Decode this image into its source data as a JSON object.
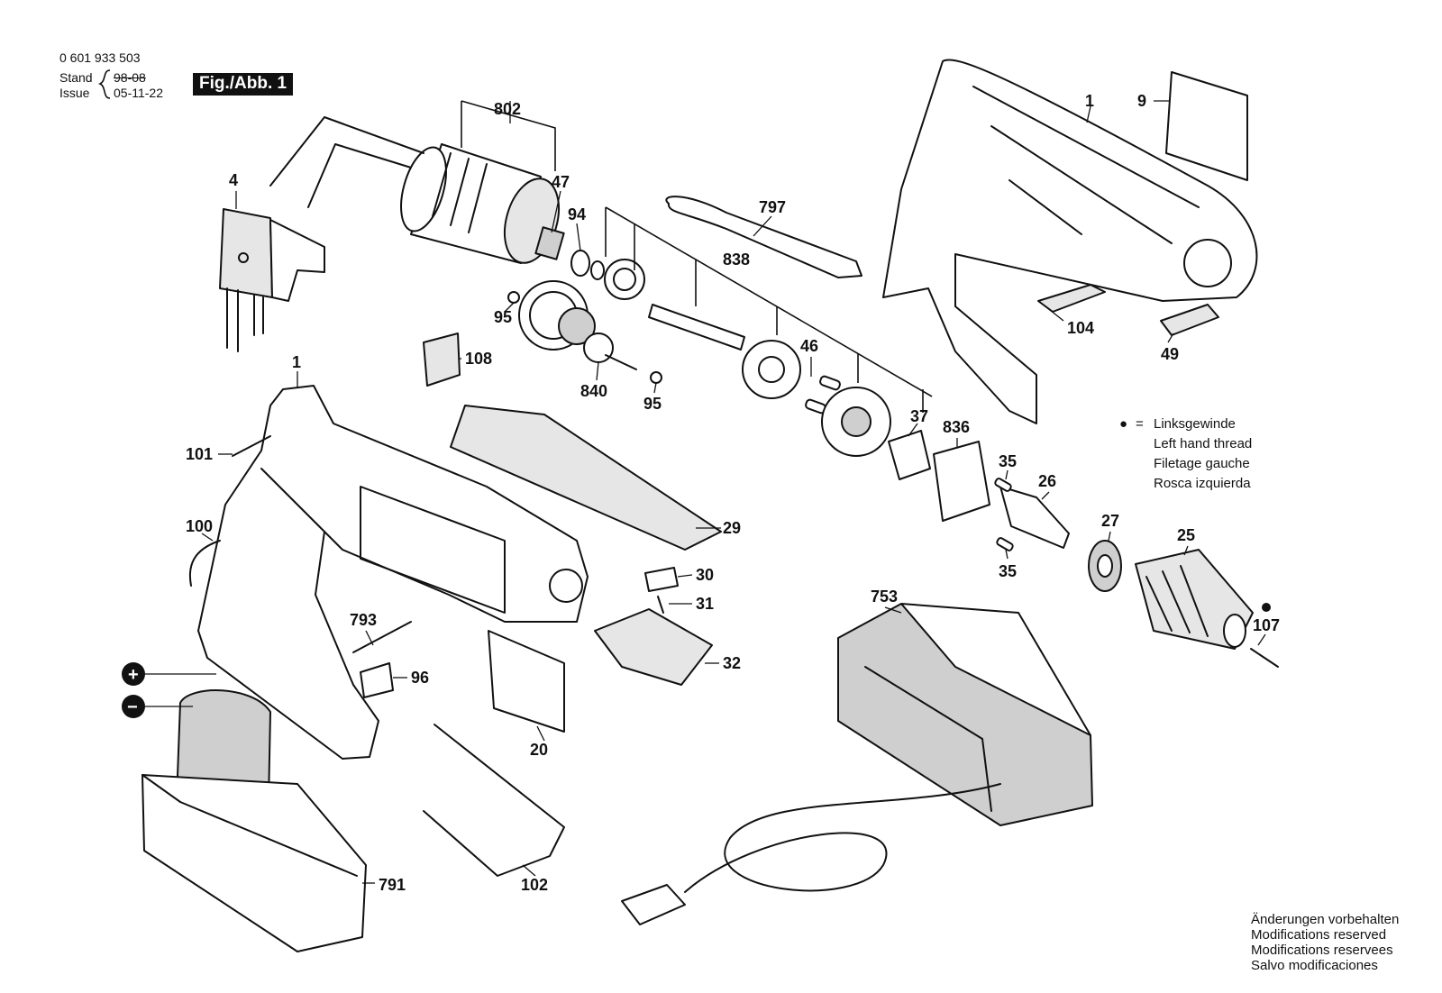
{
  "header": {
    "part_number": "0 601 933 503",
    "stand_label": "Stand",
    "stand_value": "98-08",
    "issue_label": "Issue",
    "issue_value": "05-11-22",
    "figure_label": "Fig./Abb. 1"
  },
  "legend": {
    "marker": "●",
    "equals": "=",
    "lines": [
      "Linksgewinde",
      "Left hand thread",
      "Filetage gauche",
      "Rosca izquierda"
    ]
  },
  "footer": {
    "lines": [
      "Änderungen vorbehalten",
      "Modifications reserved",
      "Modifications reservees",
      "Salvo modificaciones"
    ]
  },
  "polarity": {
    "plus": "+",
    "minus": "−"
  },
  "callouts": [
    {
      "id": "c802",
      "label": "802"
    },
    {
      "id": "c4",
      "label": "4"
    },
    {
      "id": "c47",
      "label": "47"
    },
    {
      "id": "c94",
      "label": "94"
    },
    {
      "id": "c797",
      "label": "797"
    },
    {
      "id": "c838",
      "label": "838"
    },
    {
      "id": "c1a",
      "label": "1"
    },
    {
      "id": "c9",
      "label": "9"
    },
    {
      "id": "c95a",
      "label": "95"
    },
    {
      "id": "c108",
      "label": "108"
    },
    {
      "id": "c840",
      "label": "840"
    },
    {
      "id": "c95b",
      "label": "95"
    },
    {
      "id": "c46",
      "label": "46"
    },
    {
      "id": "c104",
      "label": "104"
    },
    {
      "id": "c49",
      "label": "49"
    },
    {
      "id": "c1b",
      "label": "1"
    },
    {
      "id": "c101",
      "label": "101"
    },
    {
      "id": "c37",
      "label": "37"
    },
    {
      "id": "c836",
      "label": "836"
    },
    {
      "id": "c35a",
      "label": "35"
    },
    {
      "id": "c26",
      "label": "26"
    },
    {
      "id": "c35b",
      "label": "35"
    },
    {
      "id": "c27",
      "label": "27"
    },
    {
      "id": "c25",
      "label": "25"
    },
    {
      "id": "c100",
      "label": "100"
    },
    {
      "id": "c29",
      "label": "29"
    },
    {
      "id": "c30",
      "label": "30"
    },
    {
      "id": "c31",
      "label": "31"
    },
    {
      "id": "c32",
      "label": "32"
    },
    {
      "id": "c793",
      "label": "793"
    },
    {
      "id": "c96",
      "label": "96"
    },
    {
      "id": "c753",
      "label": "753"
    },
    {
      "id": "c107",
      "label": "107"
    },
    {
      "id": "c20",
      "label": "20"
    },
    {
      "id": "c102",
      "label": "102"
    },
    {
      "id": "c791",
      "label": "791"
    }
  ]
}
